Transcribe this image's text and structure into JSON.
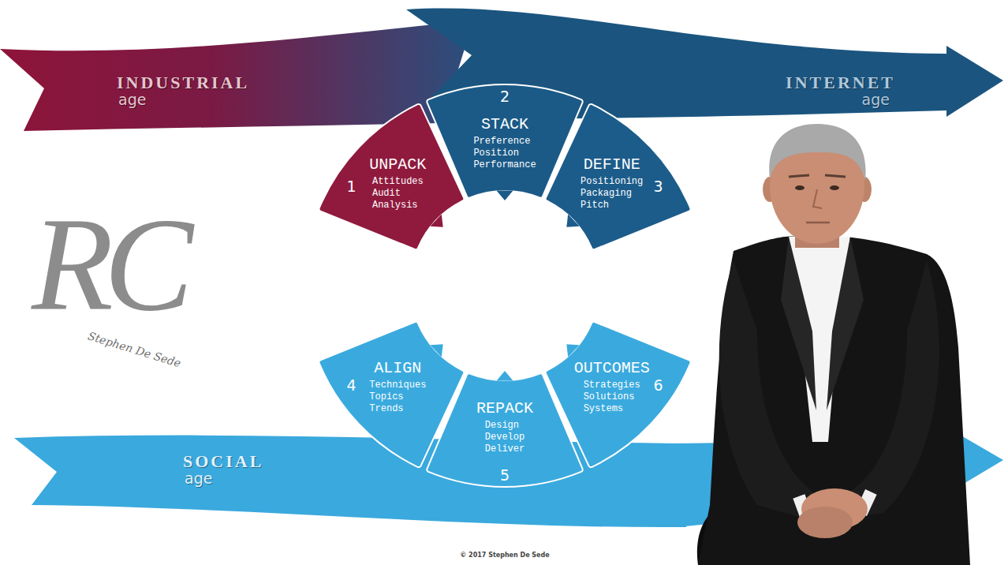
{
  "diagram": {
    "nodes": [
      {
        "text": [
          "INDUSTRIAL",
          "age"
        ]
      },
      {
        "text": [
          "INTERNET",
          "age"
        ]
      },
      {
        "text": [
          "1",
          "UNPACK",
          "Attitudes Audit Analysis"
        ]
      },
      {
        "text": [
          "2",
          "STACK",
          "Preference Position Performance"
        ]
      },
      {
        "text": [
          "3",
          "DEFINE",
          "Positioning Packaging Pitch"
        ]
      },
      {
        "text": [
          "4",
          "ALIGN",
          "Techniques Topics Trends"
        ]
      },
      {
        "text": [
          "5",
          "REPACK",
          "Design Develop Deliver"
        ]
      },
      {
        "text": [
          "6",
          "OUTCOMES",
          "Strategies Solutions Systems"
        ]
      },
      {
        "text": [
          "SOCIAL",
          "age"
        ]
      }
    ],
    "labels": [
      "RC",
      "Stephen De Sede",
      "© 2017 Stephen De Sede"
    ]
  }
}
